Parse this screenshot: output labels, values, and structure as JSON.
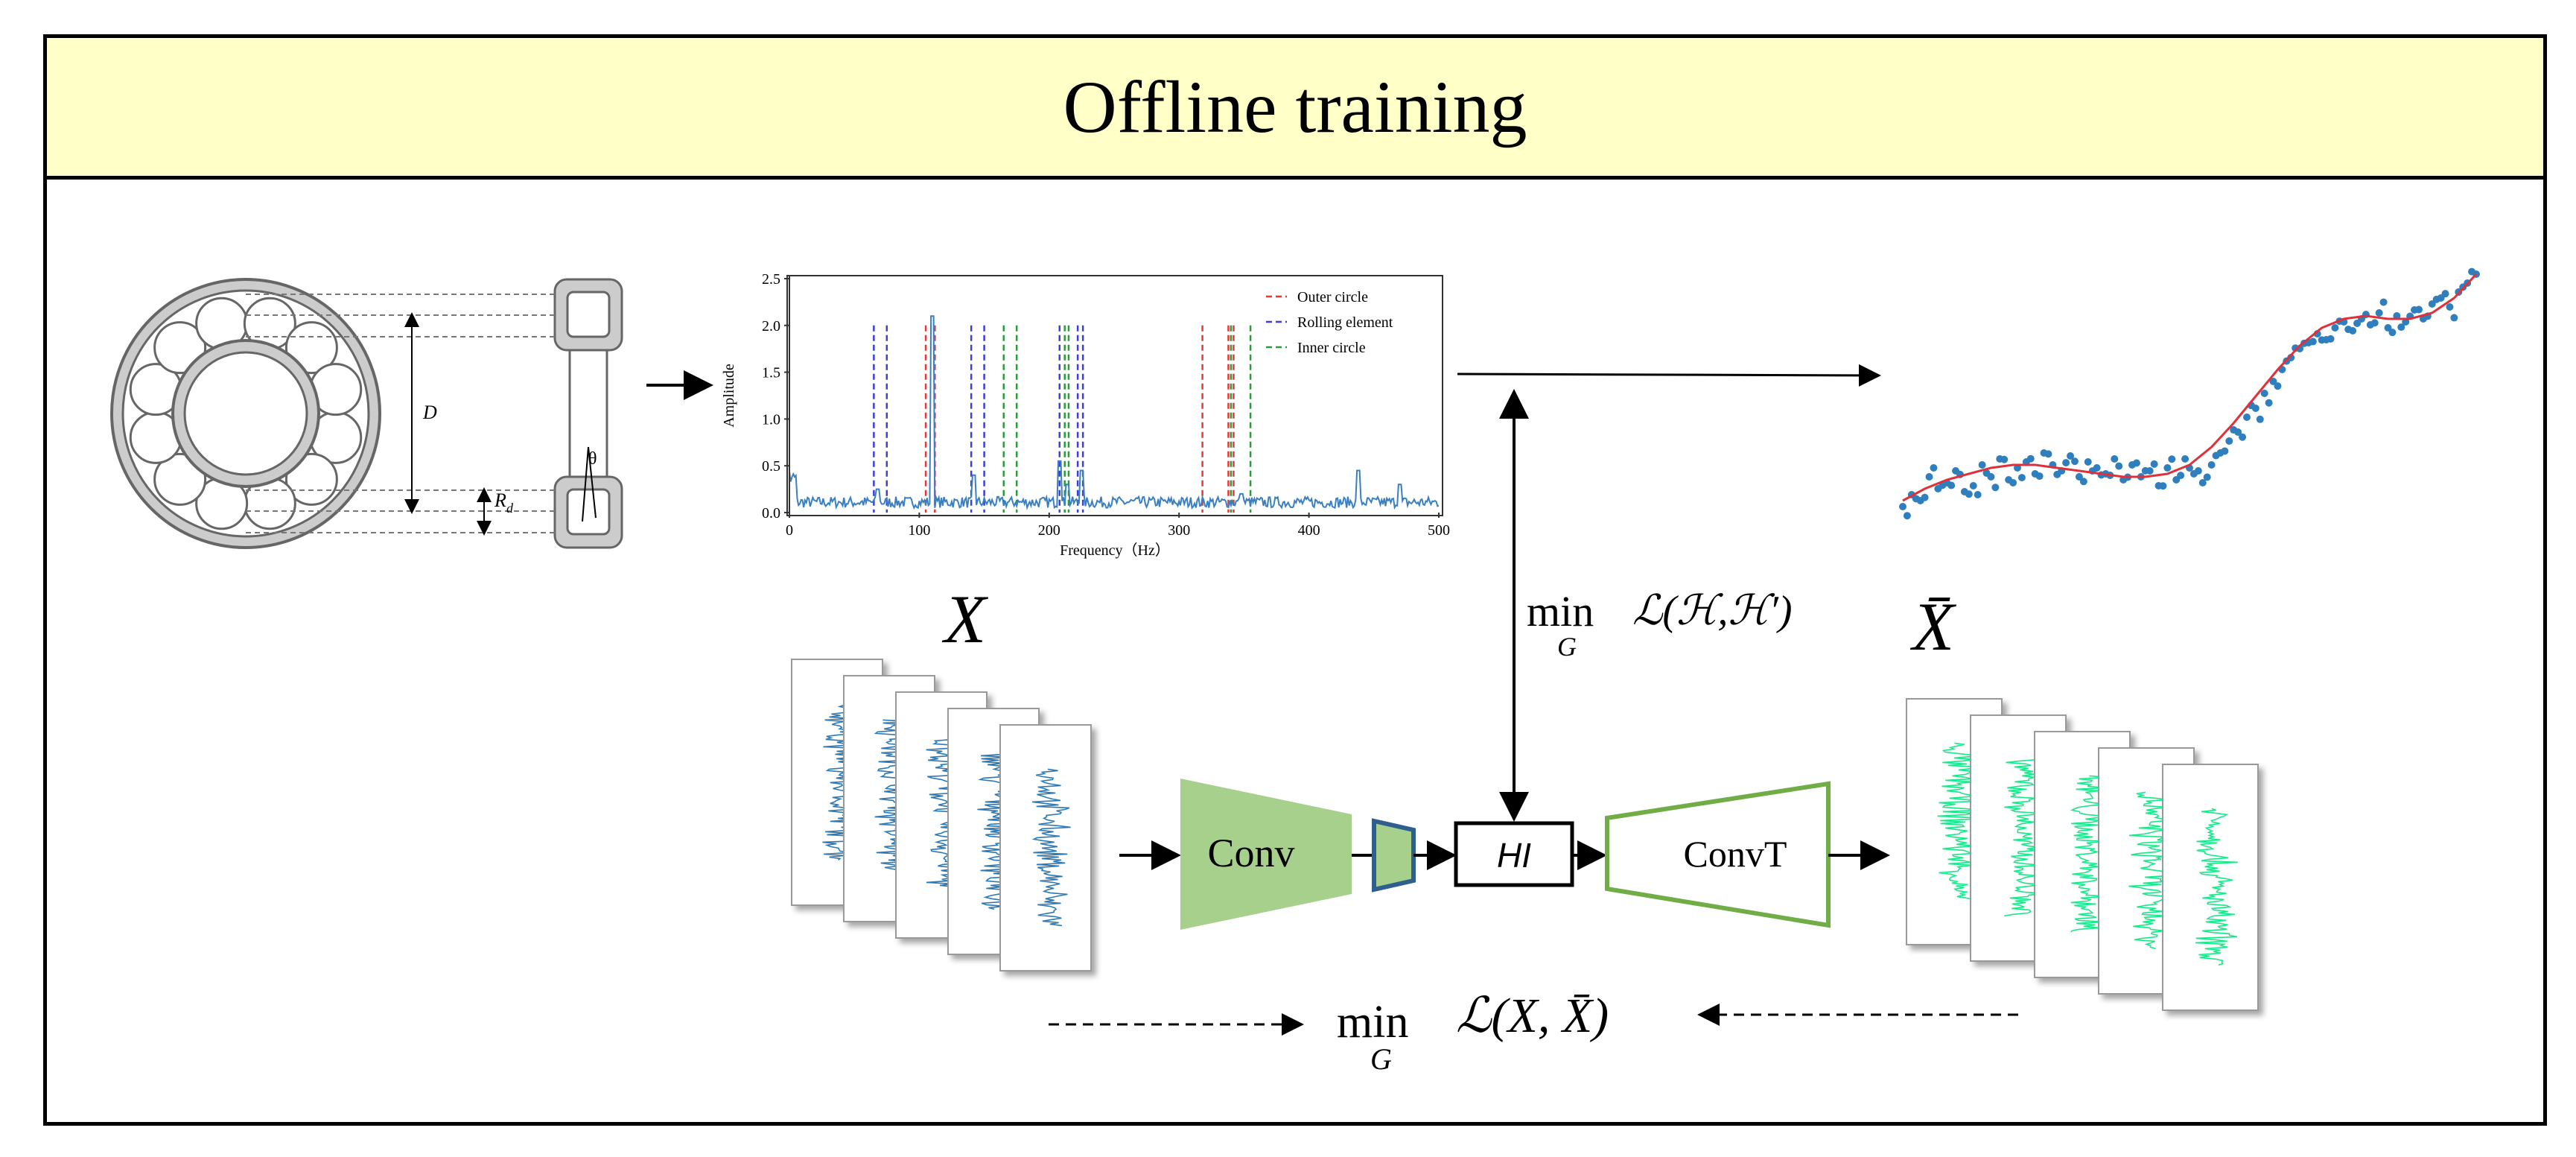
{
  "title": "Offline training",
  "bearing": {
    "label_D": "D",
    "label_R": "R",
    "label_R_sub": "d",
    "label_theta": "θ"
  },
  "spectrum_chart": {
    "type": "line",
    "xlabel": "Frequency（Hz）",
    "ylabel": "Amplitude",
    "xlim": [
      0,
      500
    ],
    "ylim": [
      0,
      2.5
    ],
    "x_ticks": [
      0,
      100,
      200,
      300,
      400,
      500
    ],
    "y_ticks": [
      0.0,
      0.5,
      1.0,
      1.5,
      2.0,
      2.5
    ],
    "legend": [
      {
        "name": "Outer circle",
        "color": "#e53935"
      },
      {
        "name": "Rolling element",
        "color": "#3f3fd6"
      },
      {
        "name": "Inner circle",
        "color": "#2e9a3a"
      }
    ],
    "outer_circle_lines": [
      105,
      112,
      318,
      338,
      342
    ],
    "rolling_element_lines": [
      65,
      75,
      140,
      150,
      208,
      222,
      226
    ],
    "inner_circle_lines": [
      165,
      175,
      212,
      215,
      340,
      355
    ]
  },
  "chart_data": {
    "type": "scatter",
    "title": "",
    "xlabel": "",
    "ylabel": "",
    "series": [
      {
        "values": [
          0.3,
          0.34,
          0.32,
          0.4,
          0.36,
          0.38,
          0.42,
          0.35,
          0.37,
          0.44,
          0.4,
          0.46,
          0.39,
          0.43,
          0.45,
          0.41,
          0.48,
          0.44,
          0.42,
          0.47,
          0.4,
          0.45,
          0.43,
          0.41,
          0.46,
          0.39,
          0.44,
          0.4,
          0.42,
          0.37,
          0.43,
          0.39,
          0.46,
          0.41,
          0.38,
          0.44,
          0.48,
          0.52,
          0.55,
          0.6,
          0.63,
          0.68,
          0.72,
          0.76,
          0.8,
          0.83,
          0.85,
          0.88,
          0.86,
          0.9,
          0.92,
          0.89,
          0.93,
          0.91,
          0.95,
          0.9,
          0.94,
          0.92,
          0.96,
          0.93,
          0.98,
          1.0,
          0.97,
          1.02,
          1.05,
          1.08
        ]
      },
      {
        "values": [
          0.32,
          0.36,
          0.39,
          0.41,
          0.43,
          0.44,
          0.44,
          0.43,
          0.42,
          0.41,
          0.4,
          0.4,
          0.41,
          0.44,
          0.5,
          0.58,
          0.67,
          0.76,
          0.84,
          0.9,
          0.93,
          0.94,
          0.93,
          0.93,
          0.95,
          1.0,
          1.08
        ]
      }
    ]
  },
  "encoder": {
    "input_label": "X",
    "output_label": "X̄",
    "conv_label": "Conv",
    "hi_label": "HI",
    "convt_label": "ConvT",
    "loss_h_min": "min",
    "loss_h_sub": "G",
    "loss_h_expr": "ℒ(ℋ,ℋ′)",
    "loss_x_min": "min",
    "loss_x_sub": "G",
    "loss_x_expr": "ℒ(X, X̄)"
  },
  "colors": {
    "title_bg": "#ffffc8",
    "signal_blue": "#2a7ab8",
    "signal_green": "#1be68a",
    "conv_fill": "#a8d08d",
    "convt_stroke": "#70ad47",
    "small_block": "#2e5f8f",
    "spectrum_line": "#3a7fc1",
    "regression_line": "#e0303a",
    "scatter_point": "#2f7fbf"
  }
}
